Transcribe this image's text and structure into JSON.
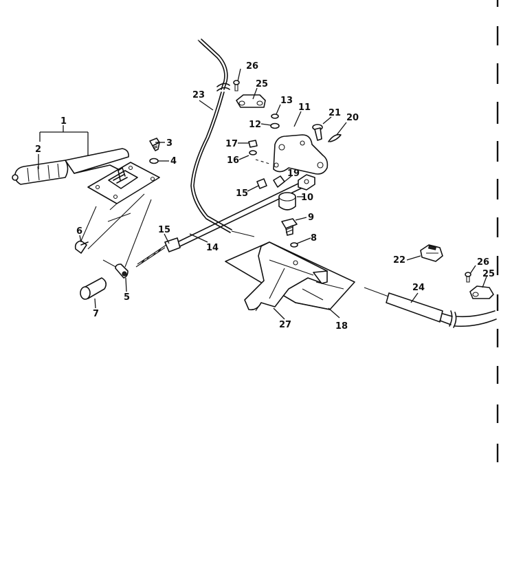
{
  "callouts": {
    "c1": "1",
    "c2": "2",
    "c3": "3",
    "c4": "4",
    "c5": "5",
    "c6": "6",
    "c7": "7",
    "c8": "8",
    "c9": "9",
    "c10": "10",
    "c11": "11",
    "c12": "12",
    "c13": "13",
    "c14": "14",
    "c15a": "15",
    "c15b": "15",
    "c16": "16",
    "c17": "17",
    "c18": "18",
    "c19": "19",
    "c20": "20",
    "c21": "21",
    "c22": "22",
    "c23": "23",
    "c24": "24",
    "c25a": "25",
    "c25b": "25",
    "c26a": "26",
    "c26b": "26",
    "c27": "27"
  }
}
